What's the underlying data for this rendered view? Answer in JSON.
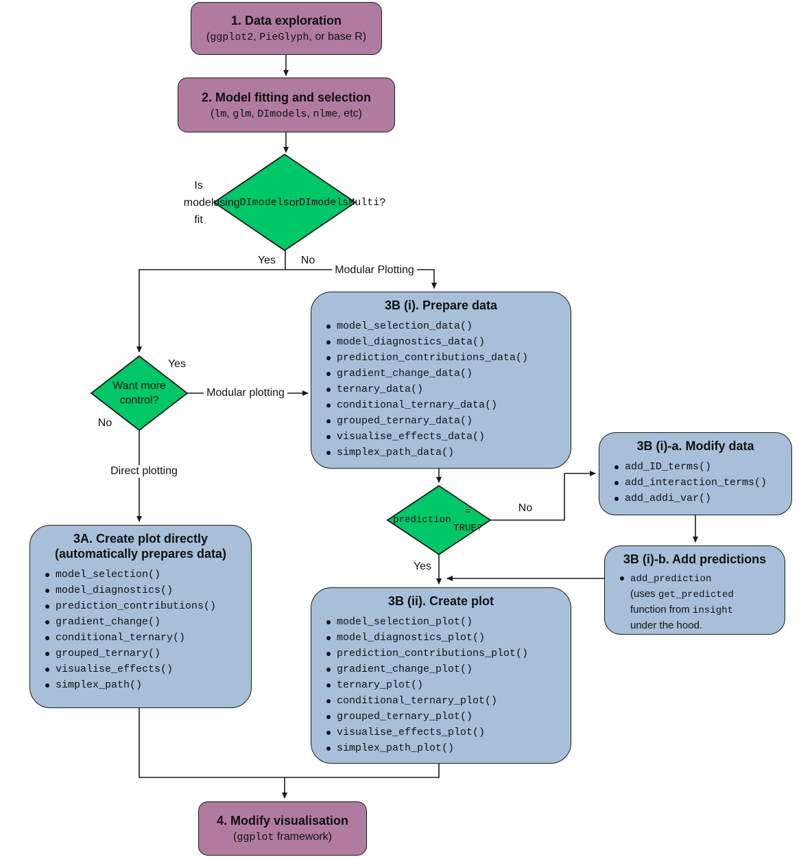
{
  "colors": {
    "purple": "#b07b9e",
    "green": "#00c768",
    "blue": "#a7bfd9",
    "line": "#1a1a1a"
  },
  "nodes": {
    "step1": {
      "title": "1. Data exploration",
      "subtitle_rich": [
        {
          "t": "("
        },
        {
          "t": "ggplot2",
          "code": true
        },
        {
          "t": ", "
        },
        {
          "t": "PieGlyph",
          "code": true
        },
        {
          "t": ", or base R)"
        }
      ]
    },
    "step2": {
      "title": "2. Model fitting and selection",
      "subtitle_rich": [
        {
          "t": "("
        },
        {
          "t": "lm",
          "code": true
        },
        {
          "t": ", "
        },
        {
          "t": "glm",
          "code": true
        },
        {
          "t": ", "
        },
        {
          "t": "DImodels",
          "code": true
        },
        {
          "t": ", "
        },
        {
          "t": "nlme",
          "code": true
        },
        {
          "t": ", etc)"
        }
      ]
    },
    "decision_model_fit": {
      "text_rich": [
        {
          "t": "Is model fit"
        },
        {
          "br": true
        },
        {
          "t": "using "
        },
        {
          "t": "DImodels",
          "code": true
        },
        {
          "t": " or"
        },
        {
          "br": true
        },
        {
          "t": "DImodelsMulti",
          "code": true
        },
        {
          "t": "?"
        }
      ]
    },
    "decision_want_control": {
      "text": "Want more control?"
    },
    "decision_prediction": {
      "text_rich": [
        {
          "t": "prediction",
          "code": true
        },
        {
          "br": true
        },
        {
          "t": "= TRUE?",
          "code": true
        }
      ]
    },
    "step3a": {
      "title": "3A. Create plot directly",
      "title2": "(automatically prepares data)",
      "functions": [
        "model_selection()",
        "model_diagnostics()",
        "prediction_contributions()",
        "gradient_change()",
        "conditional_ternary()",
        "grouped_ternary()",
        "visualise_effects()",
        "simplex_path()"
      ]
    },
    "step3b_i": {
      "title": "3B (i). Prepare data",
      "functions": [
        "model_selection_data()",
        "model_diagnostics_data()",
        "prediction_contributions_data()",
        "gradient_change_data()",
        "ternary_data()",
        "conditional_ternary_data()",
        "grouped_ternary_data()",
        "visualise_effects_data()",
        "simplex_path_data()"
      ]
    },
    "step3b_ia": {
      "title": "3B (i)-a. Modify data",
      "functions": [
        "add_ID_terms()",
        "add_interaction_terms()",
        "add_addi_var()"
      ]
    },
    "step3b_ib": {
      "title": "3B (i)-b. Add predictions",
      "body_rich": [
        {
          "t": "add_prediction",
          "code": true
        },
        {
          "br": true
        },
        {
          "t": "(uses ",
          "code": false
        },
        {
          "t": "get_predicted",
          "code": true
        },
        {
          "br": true
        },
        {
          "t": "function from ",
          "code": false
        },
        {
          "t": "insight",
          "code": true
        },
        {
          "br": true
        },
        {
          "t": "under the hood.",
          "code": false
        }
      ]
    },
    "step3b_ii": {
      "title": "3B (ii). Create plot",
      "functions": [
        "model_selection_plot()",
        "model_diagnostics_plot()",
        "prediction_contributions_plot()",
        "gradient_change_plot()",
        "ternary_plot()",
        "conditional_ternary_plot()",
        "grouped_ternary_plot()",
        "visualise_effects_plot()",
        "simplex_path_plot()"
      ]
    },
    "step4": {
      "title": "4. Modify visualisation",
      "subtitle_rich": [
        {
          "t": "("
        },
        {
          "t": "ggplot",
          "code": true
        },
        {
          "t": " framework)"
        }
      ]
    }
  },
  "edge_labels": {
    "yes_model_fit": "Yes",
    "no_model_fit": "No",
    "modular_plotting_top": "Modular Plotting",
    "yes_control": "Yes",
    "modular_plotting_mid": "Modular plotting",
    "no_control": "No",
    "direct_plotting": "Direct plotting",
    "no_prediction": "No",
    "yes_prediction": "Yes"
  }
}
